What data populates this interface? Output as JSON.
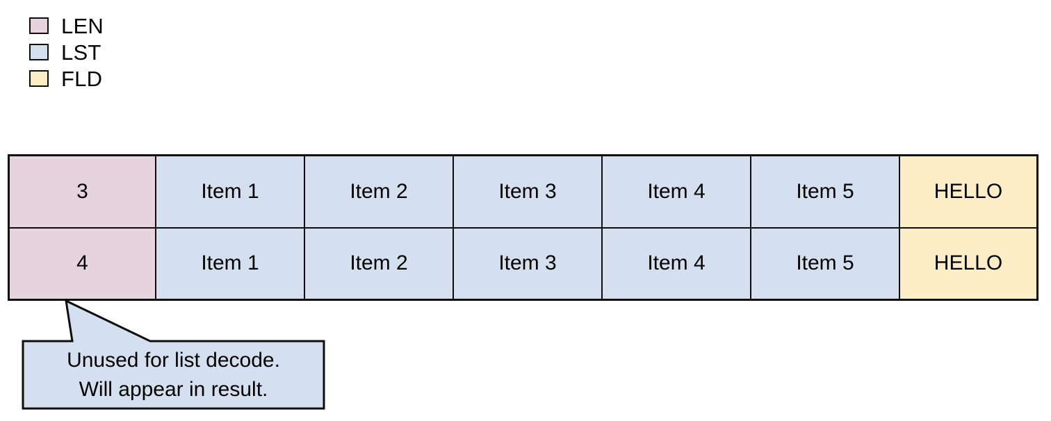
{
  "legend": {
    "items": [
      {
        "label": "LEN",
        "color": "#e6d3de",
        "icon": "legend-swatch-icon"
      },
      {
        "label": "LST",
        "color": "#d4e0f0",
        "icon": "legend-swatch-icon"
      },
      {
        "label": "FLD",
        "color": "#fbeec7",
        "icon": "legend-swatch-icon"
      }
    ]
  },
  "table": {
    "rows": [
      {
        "len": "3",
        "list": [
          "Item 1",
          "Item 2",
          "Item 3",
          "Item 4",
          "Item 5"
        ],
        "field": "HELLO"
      },
      {
        "len": "4",
        "list": [
          "Item 1",
          "Item 2",
          "Item 3",
          "Item 4",
          "Item 5"
        ],
        "field": "HELLO"
      }
    ]
  },
  "callout": {
    "line1": "Unused for list decode.",
    "line2": "Will appear in result.",
    "fill": "#d4e0f0",
    "stroke": "#0d0d0d"
  },
  "colors": {
    "len": "#e6d3de",
    "lst": "#d4e0f0",
    "fld": "#fbeec7",
    "stroke": "#0d0d0d",
    "background": "#ffffff"
  }
}
